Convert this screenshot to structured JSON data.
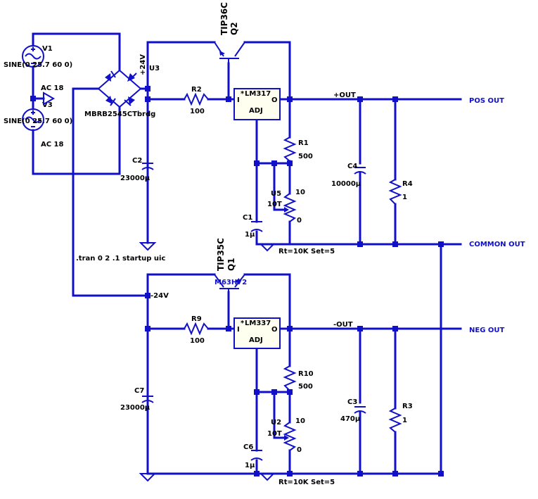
{
  "sources": [
    {
      "ref": "V1",
      "value": "SINE(0 25.7 60 0)",
      "label": "AC 18"
    },
    {
      "ref": "V3",
      "value": "SINE(0 25.7 60 0)",
      "label": "AC 18"
    }
  ],
  "bridge": {
    "value": "MBRB2545CTbrdg"
  },
  "nets": {
    "plus24_top": "+24V",
    "u3": "U3",
    "minus24": "-24V",
    "pos_out_net": "+OUT",
    "neg_out_net": "-OUT",
    "pos_out": "POS OUT",
    "common_out": "COMMON OUT",
    "neg_out": "NEG OUT"
  },
  "transistors": {
    "q2": {
      "type": "TIP36C",
      "ref": "Q2"
    },
    "q1": {
      "type": "TIP35C",
      "ref": "Q1",
      "tag": "M63H72"
    }
  },
  "regulators": {
    "pos": {
      "name": "LM317",
      "pin_in": "I",
      "pin_out": "O",
      "pin_adj": "ADJ"
    },
    "neg": {
      "name": "LM337",
      "pin_in": "I",
      "pin_out": "O",
      "pin_adj": "ADJ"
    }
  },
  "resistors": {
    "r2": {
      "ref": "R2",
      "value": "100"
    },
    "r9": {
      "ref": "R9",
      "value": "100"
    },
    "r1": {
      "ref": "R1",
      "value": "500"
    },
    "r10": {
      "ref": "R10",
      "value": "500"
    },
    "r4": {
      "ref": "R4",
      "value": "1"
    },
    "r3": {
      "ref": "R3",
      "value": "1"
    }
  },
  "capacitors": {
    "c2": {
      "ref": "C2",
      "value": "23000µ"
    },
    "c7": {
      "ref": "C7",
      "value": "23000µ"
    },
    "c4": {
      "ref": "C4",
      "value": "10000µ"
    },
    "c3": {
      "ref": "C3",
      "value": "470µ"
    },
    "c1": {
      "ref": "C1",
      "value": "1µ"
    },
    "c6": {
      "ref": "C6",
      "value": "1µ"
    }
  },
  "pots": {
    "u5": {
      "ref": "U5",
      "turns": "10T",
      "max": "10",
      "min": "0",
      "spec": "Rt=10K Set=5"
    },
    "u2": {
      "ref": "U2",
      "turns": "10T",
      "max": "10",
      "min": "0",
      "spec": "Rt=10K Set=5"
    }
  },
  "directive": ".tran 0 2 .1 startup uic"
}
